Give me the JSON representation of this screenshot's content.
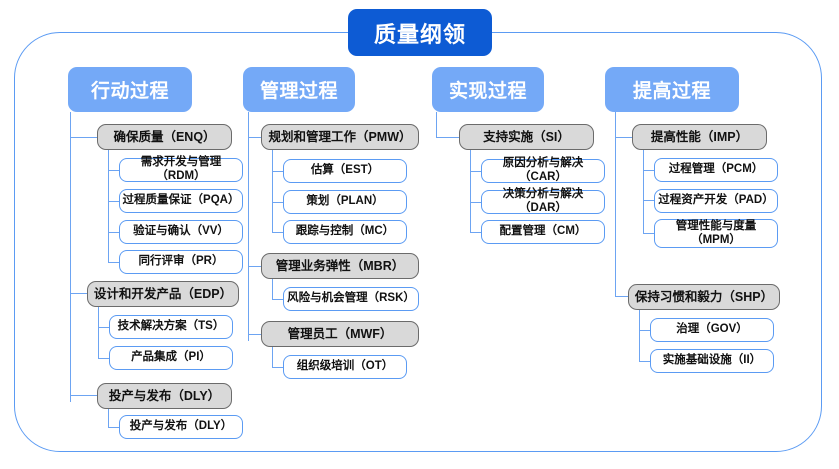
{
  "diagram": {
    "title": "质量纲领",
    "type": "hierarchy-tree",
    "colors": {
      "title_bg": "#0d5bd4",
      "header_bg": "#74a9f7",
      "category_bg": "#d9d9d9",
      "category_border": "#6b6b6b",
      "leaf_border": "#5b9bf3",
      "connector": "#6da4f2",
      "frame_border": "#5b9bf3"
    },
    "columns": [
      {
        "header": "行动过程",
        "groups": [
          {
            "category": "确保质量（ENQ）",
            "items": [
              "需求开发与管理（RDM）",
              "过程质量保证（PQA）",
              "验证与确认（VV）",
              "同行评审（PR）"
            ]
          },
          {
            "category": "设计和开发产品（EDP）",
            "items": [
              "技术解决方案（TS）",
              "产品集成（PI）"
            ]
          },
          {
            "category": "投产与发布（DLY）",
            "items": [
              "投产与发布（DLY）"
            ]
          }
        ]
      },
      {
        "header": "管理过程",
        "groups": [
          {
            "category": "规划和管理工作（PMW）",
            "items": [
              "估算（EST）",
              "策划（PLAN）",
              "跟踪与控制（MC）"
            ]
          },
          {
            "category": "管理业务弹性（MBR）",
            "items": [
              "风险与机会管理（RSK）"
            ]
          },
          {
            "category": "管理员工（MWF）",
            "items": [
              "组织级培训（OT）"
            ]
          }
        ]
      },
      {
        "header": "实现过程",
        "groups": [
          {
            "category": "支持实施（SI）",
            "items": [
              "原因分析与解决（CAR）",
              "决策分析与解决（DAR）",
              "配置管理（CM）"
            ]
          }
        ]
      },
      {
        "header": "提高过程",
        "groups": [
          {
            "category": "提高性能（IMP）",
            "items": [
              "过程管理（PCM）",
              "过程资产开发（PAD）",
              "管理性能与度量（MPM）"
            ]
          },
          {
            "category": "保持习惯和毅力（SHP）",
            "items": [
              "治理（GOV）",
              "实施基础设施（II）"
            ]
          }
        ]
      }
    ]
  }
}
